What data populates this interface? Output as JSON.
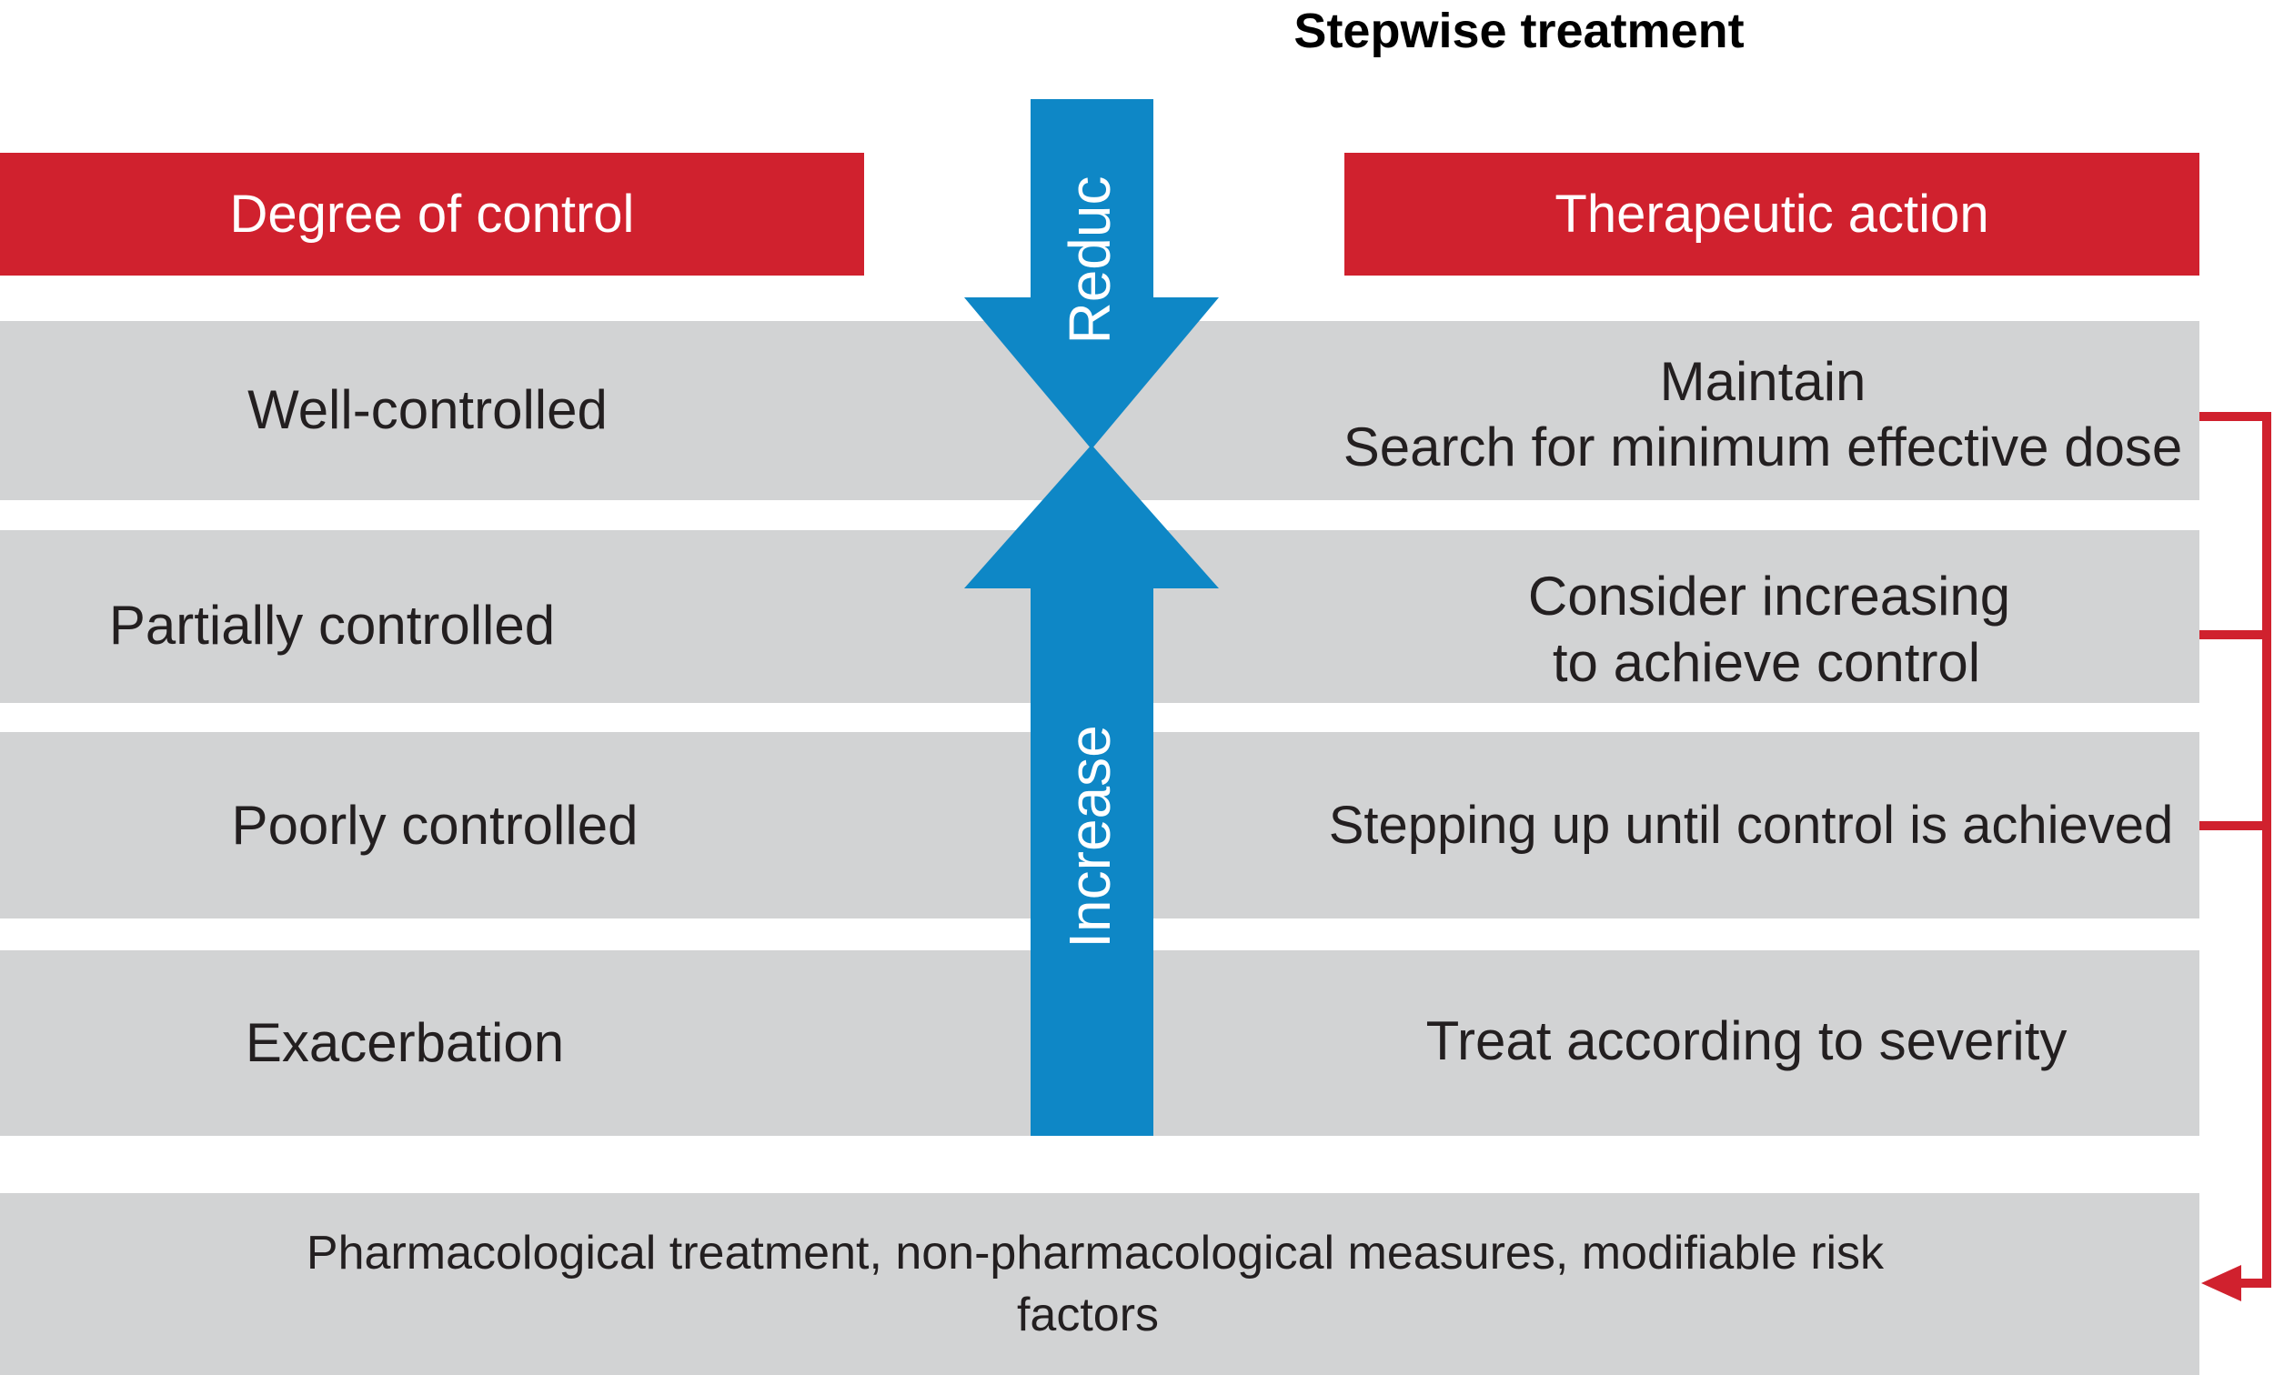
{
  "title": "Stepwise treatment",
  "columns": {
    "left_header": "Degree of control",
    "right_header": "Therapeutic action"
  },
  "arrows": {
    "reduce_label": "Reduc",
    "increase_label": "Increase"
  },
  "rows": [
    {
      "control": "Well-controlled",
      "action_lines": [
        "Maintain",
        "Search for minimum effective dose"
      ]
    },
    {
      "control": "Partially controlled",
      "action_lines": [
        "Consider increasing",
        "to achieve control"
      ]
    },
    {
      "control": "Poorly controlled",
      "action_lines": [
        "Stepping up until control is achieved"
      ]
    },
    {
      "control": "Exacerbation",
      "action_lines": [
        "Treat according to severity"
      ]
    }
  ],
  "base_row": {
    "line1": "Pharmacological treatment, non-pharmacological measures, modifiable risk",
    "line2": "factors"
  },
  "colors": {
    "red": "#d0212e",
    "blue": "#0e87c6",
    "row_gray": "#d2d3d4",
    "text": "#231f20"
  }
}
